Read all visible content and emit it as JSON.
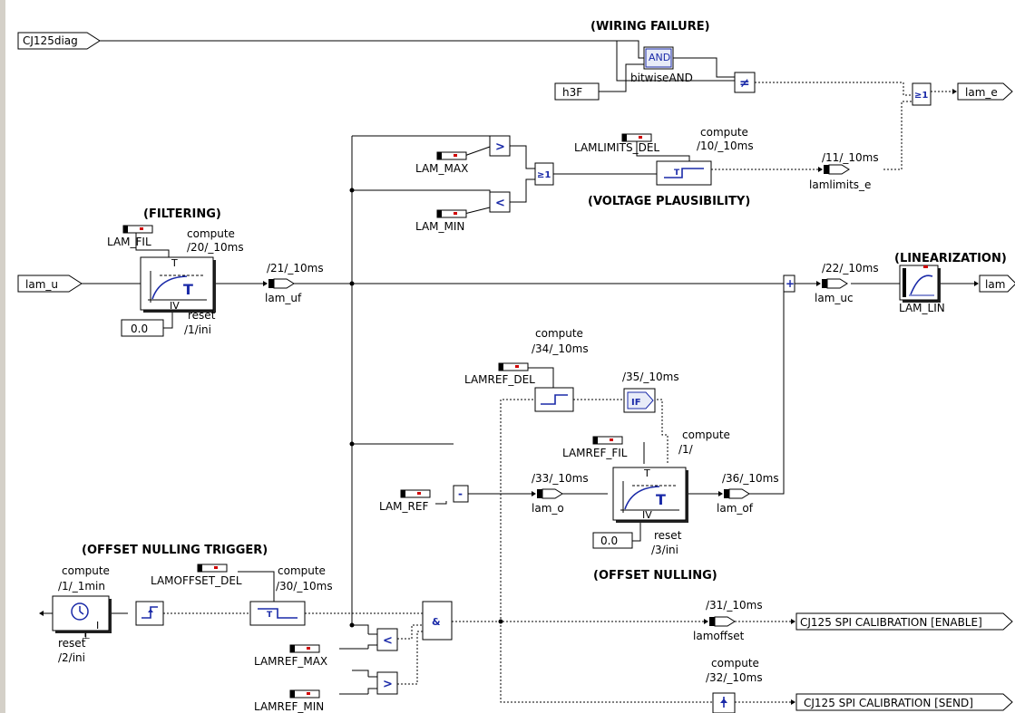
{
  "headers": {
    "wiring_failure": "(WIRING FAILURE)",
    "filtering": "(FILTERING)",
    "voltage_plausibility": "(VOLTAGE PLAUSIBILITY)",
    "linearization": "(LINEARIZATION)",
    "offset_nulling_trigger": "(OFFSET NULLING TRIGGER)",
    "offset_nulling": "(OFFSET NULLING)"
  },
  "ports": {
    "cj125diag": "CJ125diag",
    "lam_u": "lam_u",
    "lam_e": "lam_e",
    "lam": "lam",
    "h3f": "h3F",
    "cal_enable": "CJ125 SPI CALIBRATION [ENABLE]",
    "cal_send": "CJ125 SPI CALIBRATION [SEND]"
  },
  "params": {
    "lam_max": "LAM_MAX",
    "lam_min": "LAM_MIN",
    "lamlimits_del": "LAMLIMITS_DEL",
    "lam_fil": "LAM_FIL",
    "lamref_del": "LAMREF_DEL",
    "lamref_fil": "LAMREF_FIL",
    "lam_ref": "LAM_REF",
    "lamoffset_del": "LAMOFFSET_DEL",
    "lamref_max": "LAMREF_MAX",
    "lamref_min": "LAMREF_MIN"
  },
  "signals": {
    "lam_uf": "lam_uf",
    "lamlimits_e": "lamlimits_e",
    "lam_uc": "lam_uc",
    "lam_o": "lam_o",
    "lam_of": "lam_of",
    "lamoffset": "lamoffset"
  },
  "blocks": {
    "bitwise_and": "bitwiseAND",
    "and": "AND",
    "lam_lin": "LAM_LIN"
  },
  "operators": {
    "gt": ">",
    "lt": "<",
    "ge1": "≥1",
    "neq": "≠",
    "plus": "+",
    "minus": "-",
    "amp": "&"
  },
  "annotations": {
    "compute": "compute",
    "reset": "reset",
    "t20": "/20/_10ms",
    "t21": "/21/_10ms",
    "t10": "/10/_10ms",
    "t11": "/11/_10ms",
    "t22": "/22/_10ms",
    "t34": "/34/_10ms",
    "t35": "/35/_10ms",
    "t1": "/1/",
    "t33": "/33/_10ms",
    "t36": "/36/_10ms",
    "t30": "/30/_10ms",
    "t31": "/31/_10ms",
    "t32": "/32/_10ms",
    "t1min": "/1/_1min",
    "i1": "/1/ini",
    "i2": "/2/ini",
    "i3": "/3/ini",
    "zero": "0.0"
  },
  "glyphs": {
    "T": "T",
    "IV": "IV",
    "I": "I"
  }
}
